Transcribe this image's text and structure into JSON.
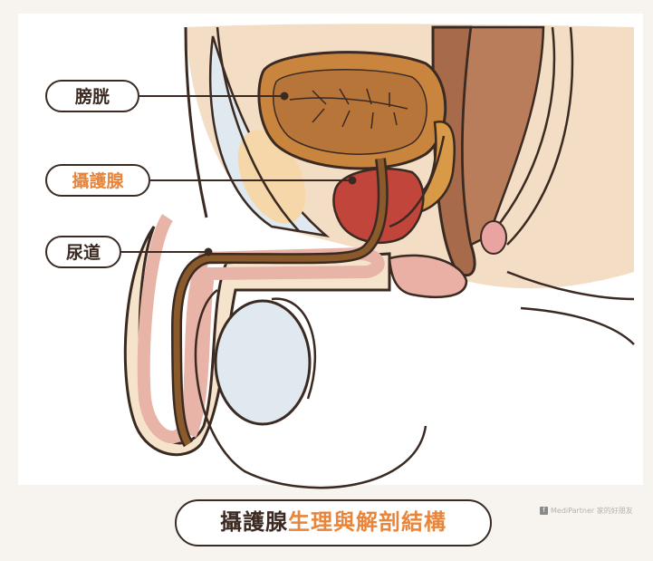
{
  "labels": {
    "bladder": "膀胱",
    "prostate": "攝護腺",
    "urethra": "尿道"
  },
  "title": {
    "part1": "攝護腺",
    "part2": "生理與解剖結構"
  },
  "credit": {
    "text": "MediPartner 家的好朋友",
    "icon": "facebook-icon"
  },
  "colors": {
    "outline": "#3a2a22",
    "accent": "#e8853a",
    "bladder": "#c9853e",
    "prostate": "#c2453c",
    "urethra": "#8b5a2b",
    "skin": "#f6e3cc",
    "rectum": "#a76a4a"
  }
}
